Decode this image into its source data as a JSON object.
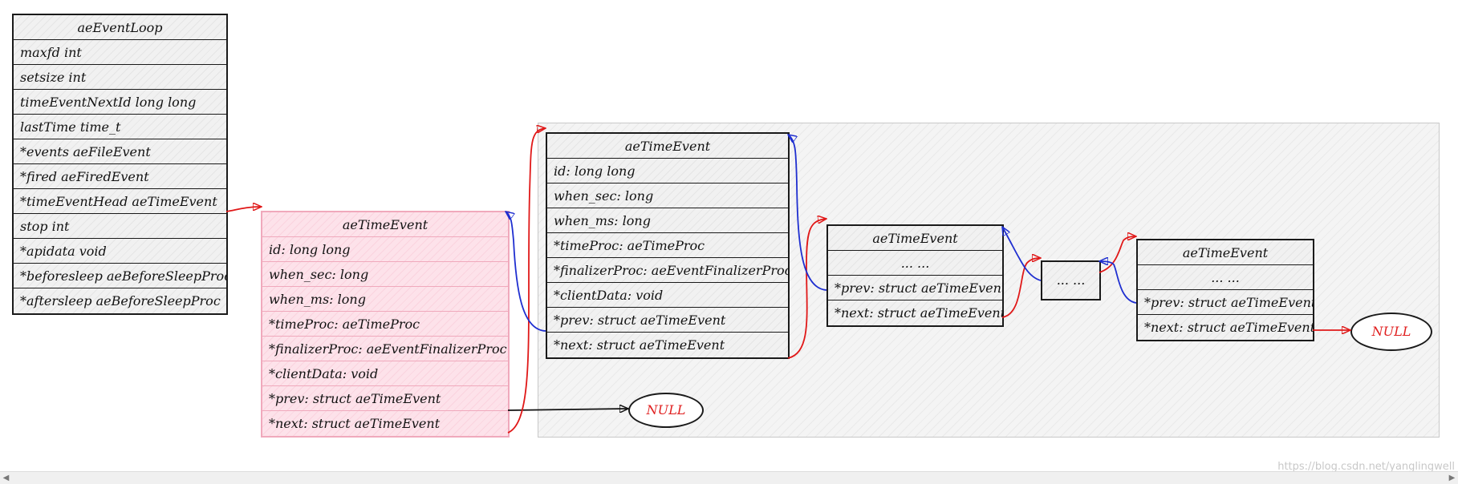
{
  "loop": {
    "title": "aeEventLoop",
    "fields": [
      "maxfd int",
      "setsize int",
      "timeEventNextId long long",
      "lastTime time_t",
      "*events aeFileEvent",
      "*fired aeFiredEvent",
      "*timeEventHead aeTimeEvent",
      "stop int",
      "*apidata void",
      "*beforesleep aeBeforeSleepProc",
      "*aftersleep aeBeforeSleepProc"
    ]
  },
  "event_full": {
    "title": "aeTimeEvent",
    "fields": [
      "id: long long",
      "when_sec: long",
      "when_ms: long",
      "*timeProc: aeTimeProc",
      "*finalizerProc: aeEventFinalizerProc",
      "*clientData: void",
      "*prev: struct aeTimeEvent",
      "*next: struct aeTimeEvent"
    ]
  },
  "event_short": {
    "title": "aeTimeEvent",
    "fields": [
      "... ...",
      "*prev: struct aeTimeEvent",
      "*next: struct aeTimeEvent"
    ]
  },
  "ellipsis": "... ...",
  "null_label": "NULL",
  "watermark": "https://blog.csdn.net/yanglingwell",
  "colors": {
    "prev_arrow": "#1f2fd0",
    "next_arrow": "#e01818",
    "highlight_border": "#f0a9bc"
  }
}
